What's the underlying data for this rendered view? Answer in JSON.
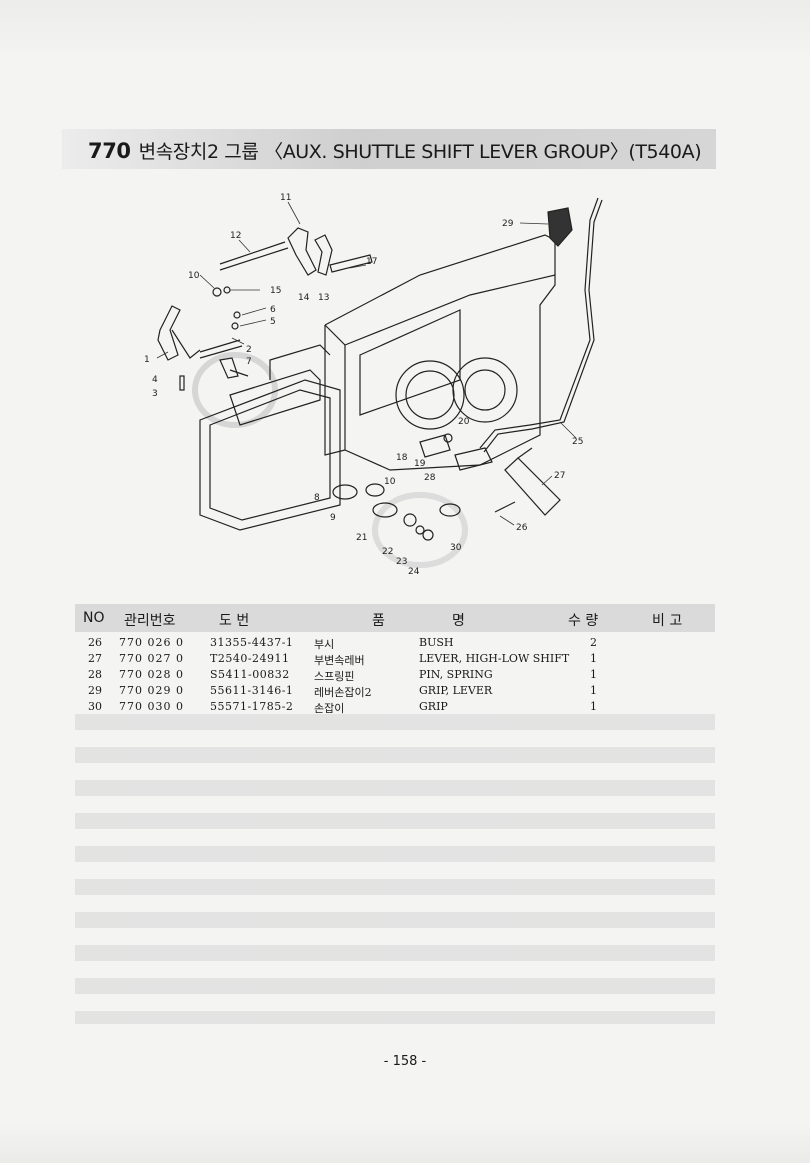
{
  "header": {
    "group_number": "770",
    "title": "변속장치2 그룹 〈AUX. SHUTTLE SHIFT LEVER GROUP〉(T540A)"
  },
  "diagram": {
    "callouts": [
      "11",
      "12",
      "10",
      "15",
      "14",
      "13",
      "17",
      "29",
      "6",
      "5",
      "1",
      "2",
      "7",
      "4",
      "3",
      "20",
      "18",
      "19",
      "28",
      "25",
      "27",
      "26",
      "8",
      "10",
      "9",
      "21",
      "22",
      "23",
      "24",
      "30"
    ]
  },
  "table": {
    "headers": {
      "no": "NO",
      "management_no": "관리번호",
      "drawing_no": "도  번",
      "part_name_ko": "품",
      "part_name_en": "명",
      "quantity": "수 량",
      "remarks": "비 고"
    },
    "rows": [
      {
        "no": "26",
        "management_no": "770 026 0",
        "drawing_no": "31355-4437-1",
        "name_ko": "부시",
        "name_en": "BUSH",
        "qty": "2"
      },
      {
        "no": "27",
        "management_no": "770 027 0",
        "drawing_no": "T2540-24911",
        "name_ko": "부변속레버",
        "name_en": "LEVER, HIGH-LOW SHIFT",
        "qty": "1"
      },
      {
        "no": "28",
        "management_no": "770 028 0",
        "drawing_no": "S5411-00832",
        "name_ko": "스프링핀",
        "name_en": "PIN, SPRING",
        "qty": "1"
      },
      {
        "no": "29",
        "management_no": "770 029 0",
        "drawing_no": "55611-3146-1",
        "name_ko": "레버손잡이2",
        "name_en": "GRIP, LEVER",
        "qty": "1"
      },
      {
        "no": "30",
        "management_no": "770 030 0",
        "drawing_no": "55571-1785-2",
        "name_ko": "손잡이",
        "name_en": "GRIP",
        "qty": "1"
      }
    ]
  },
  "footer": {
    "page_number": "- 158 -"
  }
}
